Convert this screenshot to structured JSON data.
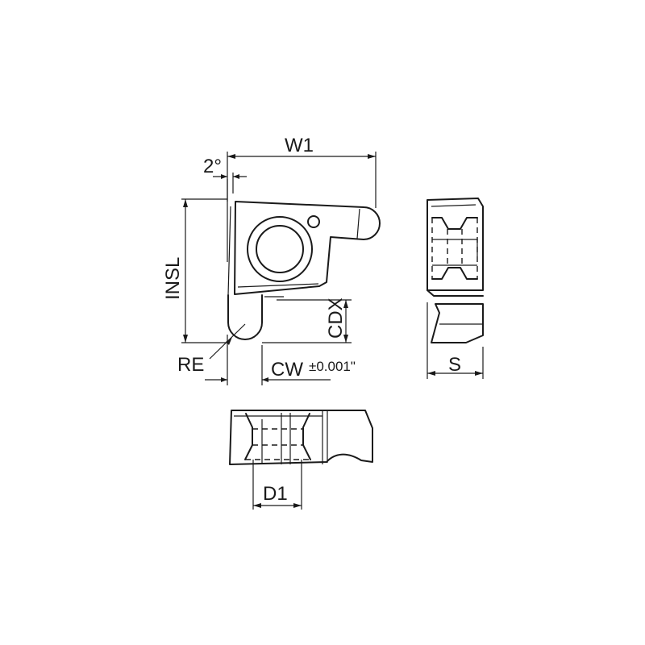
{
  "drawing": {
    "title": "Grooving insert dimension drawing",
    "colors": {
      "line": "#1a1a1a",
      "background": "#ffffff"
    },
    "views": [
      {
        "name": "front-view"
      },
      {
        "name": "side-view"
      },
      {
        "name": "top-view"
      }
    ],
    "labels": {
      "w1": "W1",
      "angle": "2°",
      "insl": "INSL",
      "cdx": "CDX",
      "re": "RE",
      "cw": "CW",
      "cw_tolerance": "±0.001\"",
      "s": "S",
      "d1": "D1"
    }
  }
}
